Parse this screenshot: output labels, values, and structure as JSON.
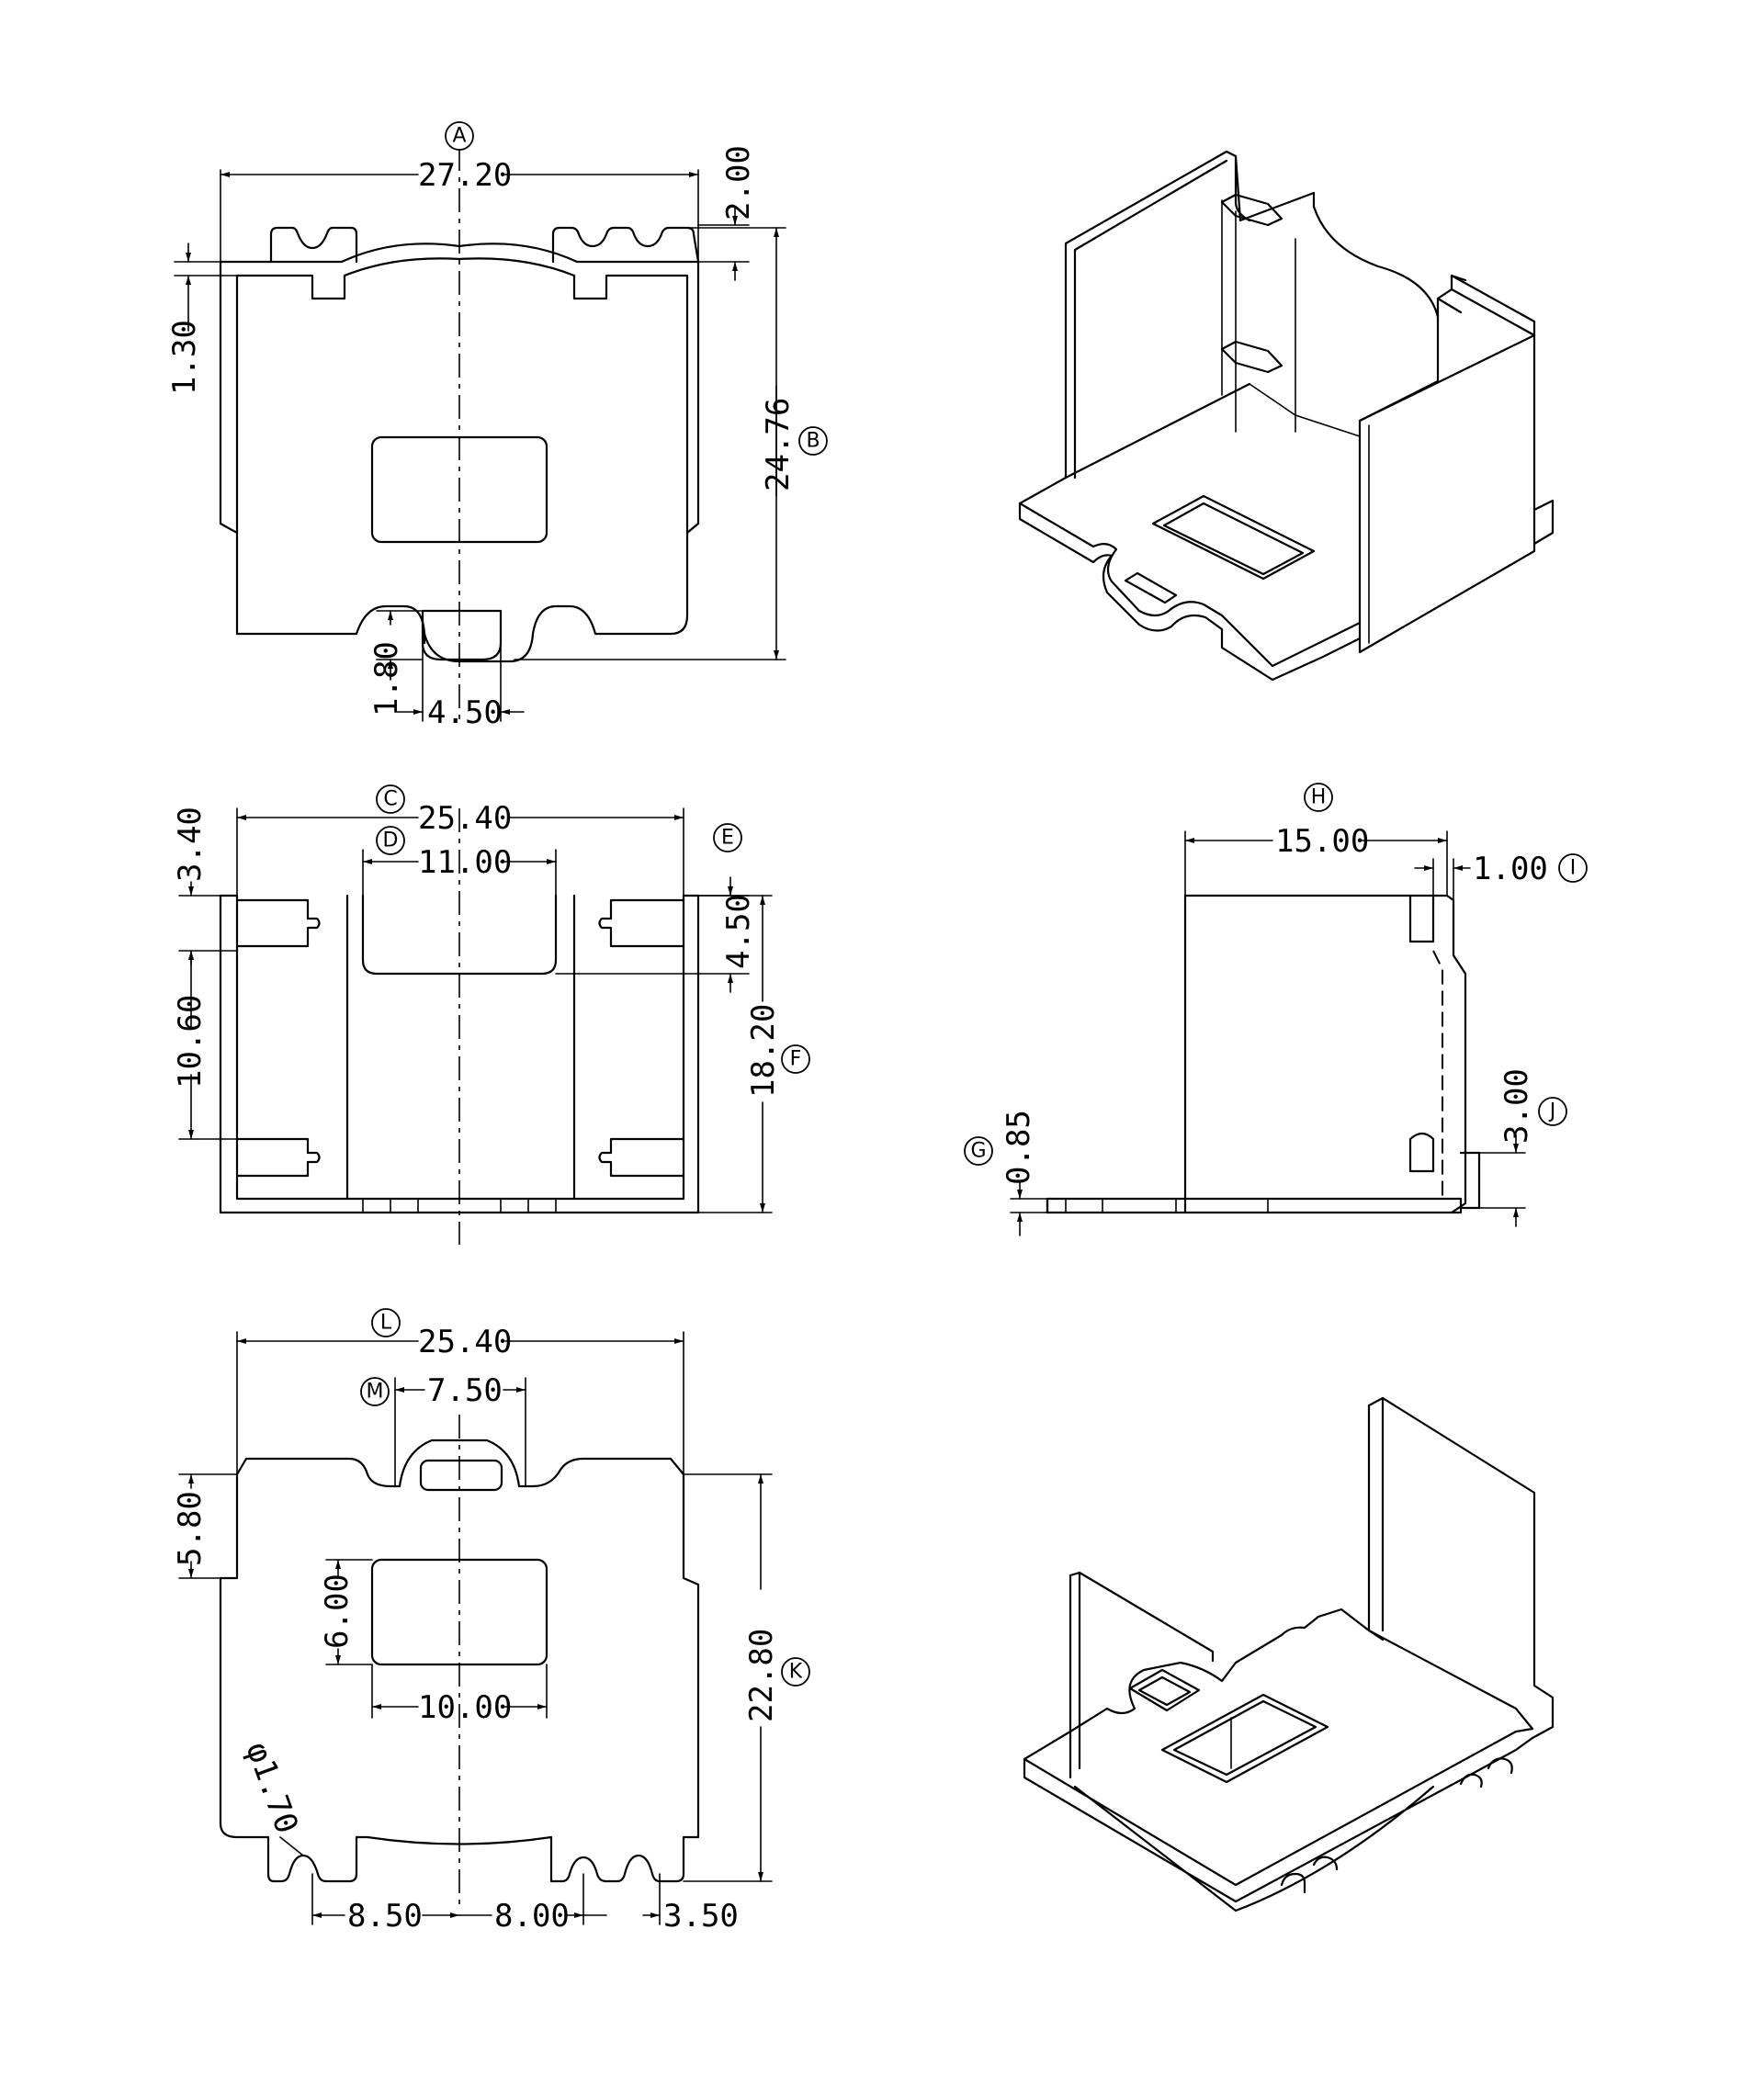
{
  "views": {
    "top": {
      "width_dim": {
        "label": "A",
        "value": "27.20"
      },
      "height_dim": {
        "label": "B",
        "value": "24.76"
      },
      "pin_height": "2.00",
      "pin_step": "1.30",
      "tab_depth": "1.80",
      "tab_width": "4.50"
    },
    "front": {
      "width_dim": {
        "label": "C",
        "value": "25.40"
      },
      "slot_width": {
        "label": "D",
        "value": "11.00"
      },
      "marker_e": "E",
      "slot_depth": "4.50",
      "top_margin": "3.40",
      "middle": "10.60",
      "height_dim": {
        "label": "F",
        "value": "18.20"
      }
    },
    "side": {
      "depth_dim": {
        "label": "H",
        "value": "15.00"
      },
      "wall": {
        "label": "I",
        "value": "1.00"
      },
      "base": {
        "label": "G",
        "value": "0.85"
      },
      "pin": {
        "label": "J",
        "value": "3.00"
      }
    },
    "bottom": {
      "width_dim": {
        "label": "L",
        "value": "25.40"
      },
      "tab_width": {
        "label": "M",
        "value": "7.50"
      },
      "notch": "5.80",
      "window_h": "6.00",
      "window_w": "10.00",
      "height_dim": {
        "label": "K",
        "value": "22.80"
      },
      "hole": "φ1.70",
      "pitch_a": "8.50",
      "pitch_b": "8.00",
      "pitch_c": "3.50"
    }
  }
}
